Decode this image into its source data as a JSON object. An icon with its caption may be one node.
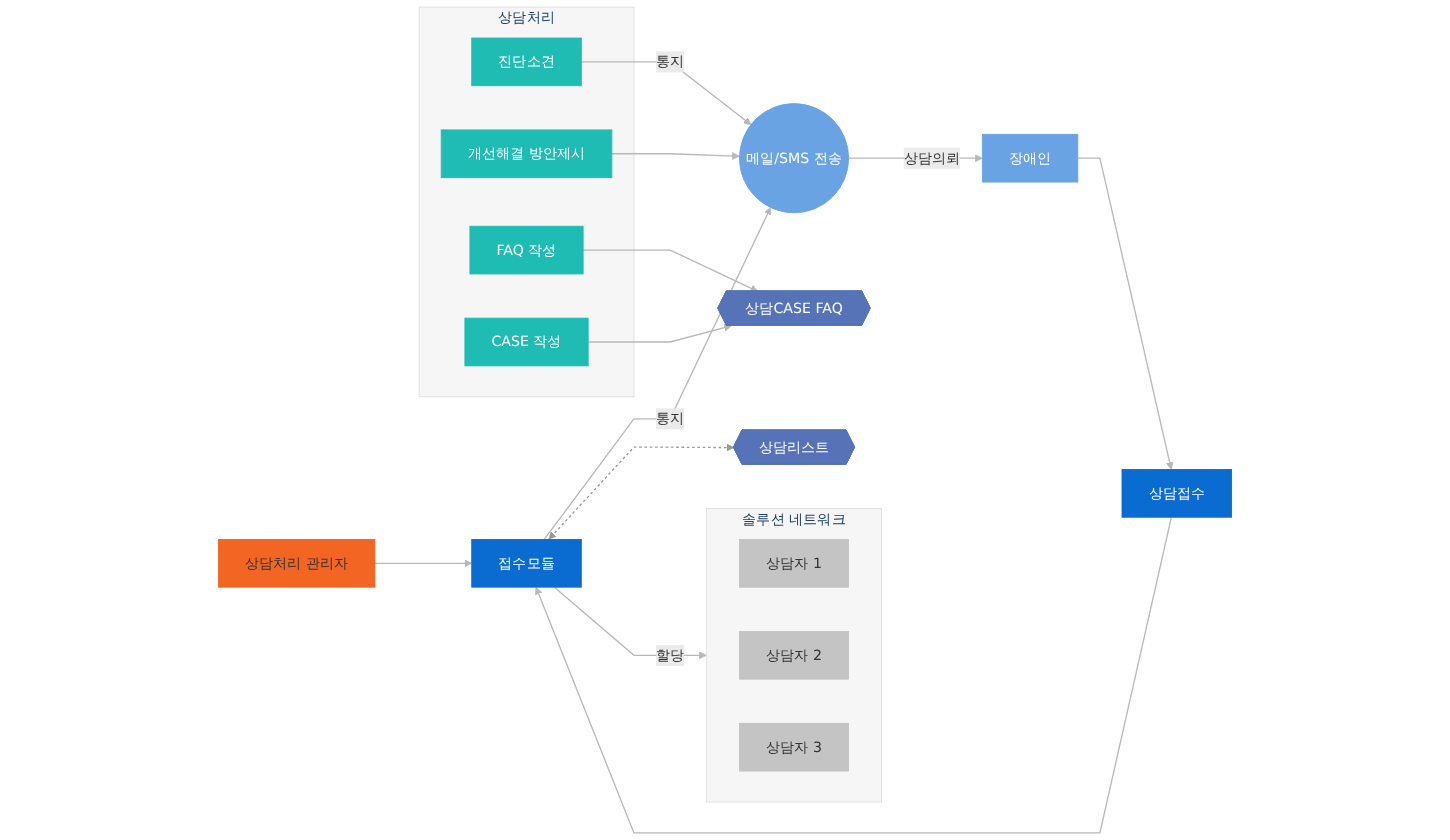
{
  "diagram": {
    "nodes": [
      {
        "text": [
          "상담처리 관리자"
        ]
      },
      {
        "text": [
          "장애인"
        ]
      },
      {
        "text": [
          "상담접수"
        ]
      },
      {
        "text": [
          "접수모듈"
        ]
      },
      {
        "text": [
          "솔루션 네트워크"
        ]
      },
      {
        "text": [
          "상담자 1"
        ],
        "in": 4
      },
      {
        "text": [
          "상담자 2"
        ],
        "in": 4
      },
      {
        "text": [
          "상담자 3"
        ],
        "in": 4
      },
      {
        "text": [
          "상담처리"
        ]
      },
      {
        "text": [
          "진단소견"
        ],
        "in": 8
      },
      {
        "text": [
          "개선해결 방안제시"
        ],
        "in": 8
      },
      {
        "text": [
          "FAQ 작성"
        ],
        "in": 8
      },
      {
        "text": [
          "CASE 작성"
        ],
        "in": 8
      },
      {
        "text": [
          "메일/SMS 전송"
        ]
      },
      {
        "text": [
          "상담리스트"
        ]
      },
      {
        "text": [
          "상담CASE FAQ"
        ]
      }
    ],
    "edges": [
      {
        "from": 0,
        "to": 3,
        "arrow": "to"
      },
      {
        "from": 1,
        "to": 2,
        "arrow": "to"
      },
      {
        "from": 2,
        "to": 3,
        "arrow": "to"
      },
      {
        "from": 3,
        "to": 4,
        "arrow": "to",
        "label": "할당"
      },
      {
        "from": 3,
        "to": 13,
        "arrow": "to",
        "label": "통지"
      },
      {
        "from": 13,
        "to": 1,
        "arrow": "to",
        "label": "상담의뢰"
      },
      {
        "from": 9,
        "to": 13,
        "arrow": "to",
        "label": "통지"
      },
      {
        "from": 10,
        "to": 13,
        "arrow": "to"
      },
      {
        "from": 3,
        "to": 14,
        "arrow": "both",
        "style": "dashed",
        "color": "#999999"
      },
      {
        "from": 11,
        "to": 15,
        "arrow": "to"
      },
      {
        "from": 12,
        "to": 15,
        "arrow": "to"
      }
    ]
  }
}
